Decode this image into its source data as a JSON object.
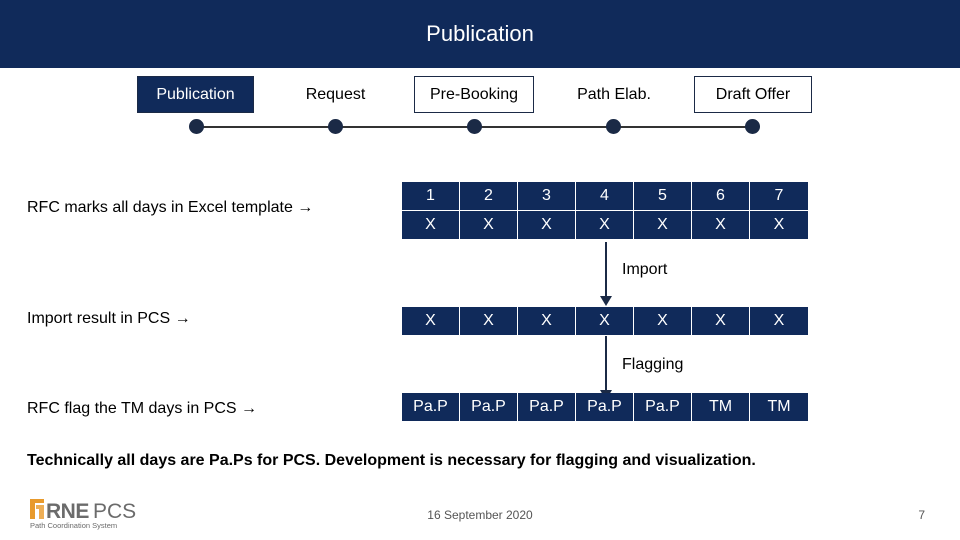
{
  "header": {
    "title": "Publication"
  },
  "timeline": {
    "phases": [
      {
        "label": "Publication",
        "active": true
      },
      {
        "label": "Request",
        "active": false
      },
      {
        "label": "Pre-Booking",
        "active": false
      },
      {
        "label": "Path Elab.",
        "active": false
      },
      {
        "label": "Draft Offer",
        "active": false
      }
    ]
  },
  "rows": {
    "excel_label": "RFC marks all days in Excel template →",
    "days": [
      "1",
      "2",
      "3",
      "4",
      "5",
      "6",
      "7"
    ],
    "excel_marks": [
      "X",
      "X",
      "X",
      "X",
      "X",
      "X",
      "X"
    ],
    "import_label": "Import",
    "pcs_label": "Import result in PCS →",
    "pcs_marks": [
      "X",
      "X",
      "X",
      "X",
      "X",
      "X",
      "X"
    ],
    "flagging_label": "Flagging",
    "flag_label": "RFC flag the TM days in PCS →",
    "flag_marks": [
      "Pa.P",
      "Pa.P",
      "Pa.P",
      "Pa.P",
      "Pa.P",
      "TM",
      "TM"
    ]
  },
  "note": "Technically all days are Pa.Ps for PCS. Development is necessary for flagging and visualization.",
  "footer": {
    "logo_text": "RNE PCS",
    "logo_subtitle": "Path Coordination System",
    "date": "16 September 2020",
    "page": "7"
  },
  "colors": {
    "navy": "#102a5a",
    "logo_orange": "#e89a2c",
    "logo_gray": "#6b6b6b"
  }
}
